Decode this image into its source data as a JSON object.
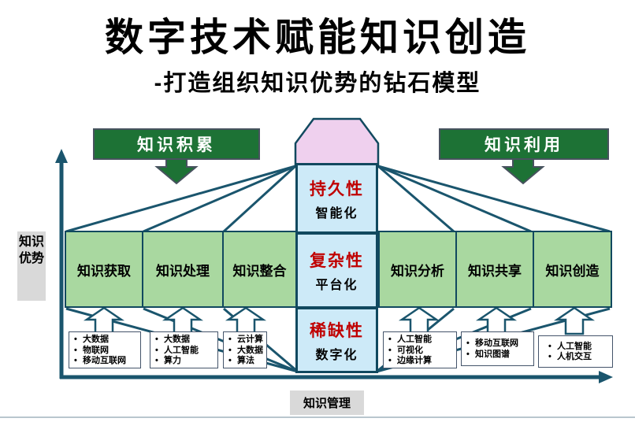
{
  "title": "数字技术赋能知识创造",
  "subtitle": "-打造组织知识优势的钻石模型",
  "banners": {
    "left": "知识积累",
    "right": "知识利用"
  },
  "axis": {
    "y_label": "知识优势",
    "x_label": "知识管理"
  },
  "center_column": {
    "sections": [
      {
        "trait": "持久性",
        "enabler": "智能化"
      },
      {
        "trait": "复杂性",
        "enabler": "平台化"
      },
      {
        "trait": "稀缺性",
        "enabler": "数字化"
      }
    ]
  },
  "stages": [
    {
      "label": "知识获取",
      "tech": [
        "大数据",
        "物联网",
        "移动互联网"
      ]
    },
    {
      "label": "知识处理",
      "tech": [
        "大数据",
        "人工智能",
        "算力"
      ]
    },
    {
      "label": "知识整合",
      "tech": [
        "云计算",
        "大数据",
        "算法"
      ]
    },
    {
      "label": "知识分析",
      "tech": [
        "人工智能",
        "可视化",
        "边缘计算"
      ]
    },
    {
      "label": "知识共享",
      "tech": [
        "移动互联网",
        "知识图谱"
      ]
    },
    {
      "label": "知识创造",
      "tech": [
        "人工智能",
        "人机交互"
      ]
    }
  ],
  "colors": {
    "line_teal": "#1a556d",
    "border_teal": "#11495f",
    "stage_green_fill": "#a9d8a0",
    "banner_green": "#1d7235",
    "column_blue_fill": "#cdeaf8",
    "diamond_pink_fill": "#efd0ee",
    "trait_red": "#c00000",
    "label_gray": "#d9d9d9"
  }
}
